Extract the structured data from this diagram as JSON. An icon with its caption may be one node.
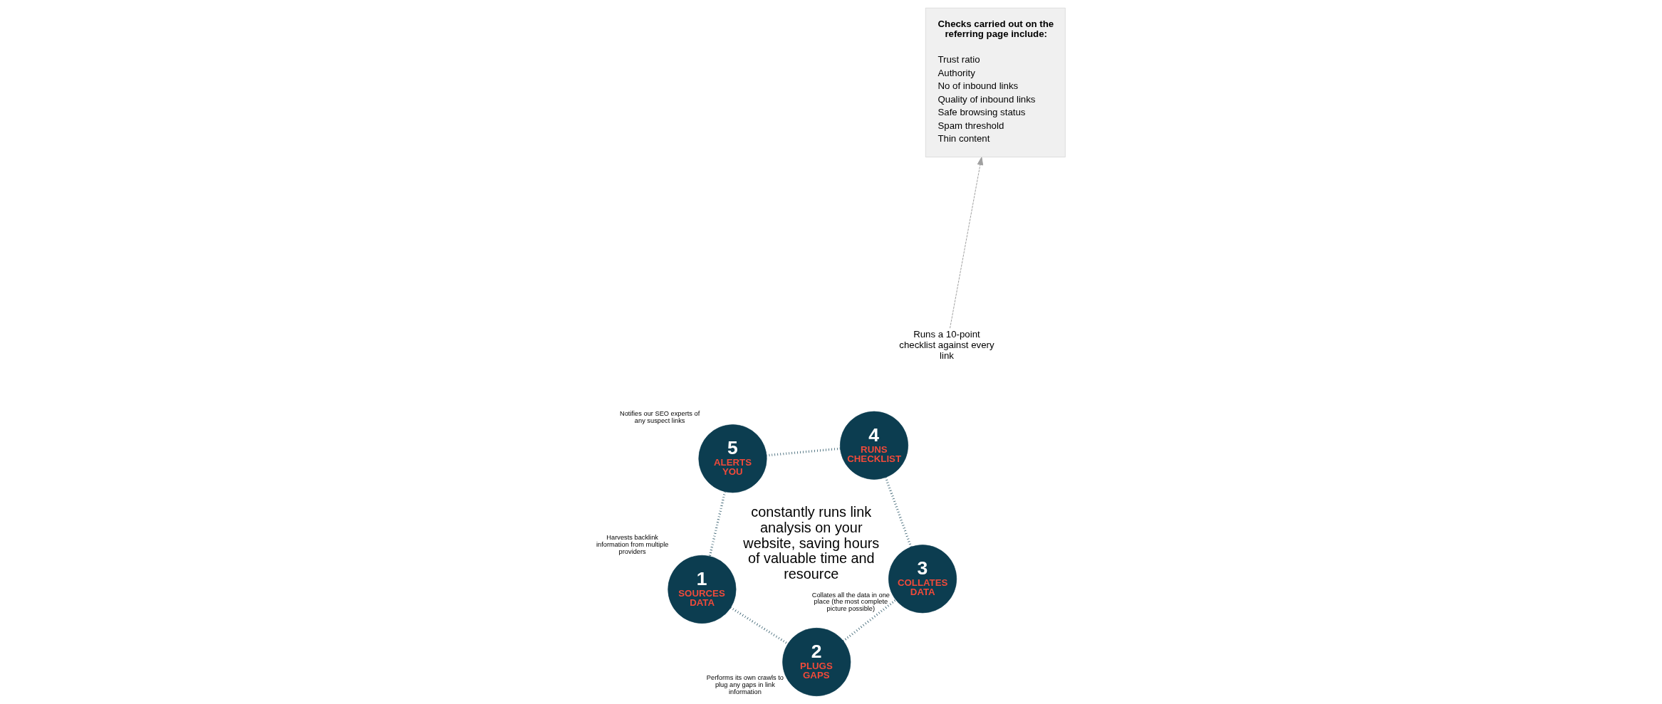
{
  "diagram": {
    "nodes": [
      {
        "text": [
          "1",
          "SOURCES DATA"
        ],
        "beside": [
          "Harvests backlink information from multiple providers"
        ]
      },
      {
        "text": [
          "2",
          "PLUGS GAPS"
        ],
        "beside": [
          "Performs its own crawls to plug any gaps in link information"
        ]
      },
      {
        "text": [
          "3",
          "COLLATES DATA"
        ],
        "beside": [
          "Collates all the data in one place (the most complete picture possible)"
        ]
      },
      {
        "text": [
          "4",
          "RUNS CHECKLIST"
        ]
      },
      {
        "text": [
          "5",
          "ALERTS YOU"
        ],
        "beside": [
          "Notifies our SEO experts of any suspect links"
        ]
      },
      {
        "text": [
          "Runs a 10-point checklist against every link"
        ]
      },
      {
        "text": [
          "Checks carried out on the referring page include:",
          "Trust ratio",
          "Authority",
          "No of inbound links",
          "Quality of inbound links",
          "Safe browsing status",
          "Spam threshold",
          "Thin content"
        ]
      }
    ],
    "edges": [
      {
        "from": 0,
        "to": 1,
        "arrow": "none"
      },
      {
        "from": 1,
        "to": 2,
        "arrow": "none"
      },
      {
        "from": 2,
        "to": 3,
        "arrow": "none"
      },
      {
        "from": 3,
        "to": 4,
        "arrow": "none"
      },
      {
        "from": 4,
        "to": 0,
        "arrow": "none"
      },
      {
        "from": 5,
        "to": 6,
        "arrow": "to",
        "style": "dashed",
        "color": "#a0a0a0"
      }
    ],
    "labels": [
      "constantly runs link analysis on your website, saving hours of valuable time and resource"
    ]
  }
}
